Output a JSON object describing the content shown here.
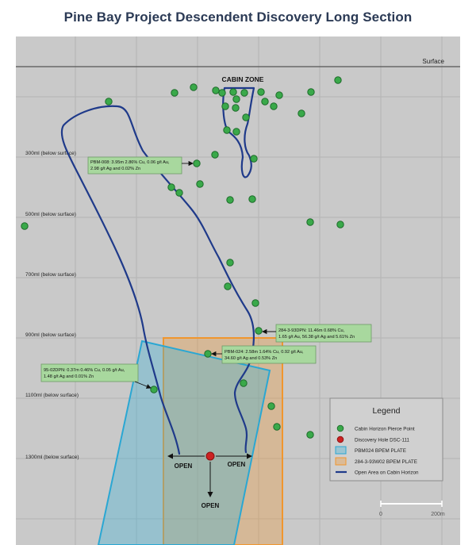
{
  "title": "Pine Bay Project Descendent Discovery Long Section",
  "surface_label": "Surface",
  "cabin_zone_label": "CABIN ZONE",
  "depth_labels": [
    "300ml (below surface)",
    "500ml (below surface)",
    "700ml (below surface)",
    "900ml (below surface)",
    "1100ml (below surface)",
    "1300ml (below surface)"
  ],
  "callouts": [
    {
      "lines": [
        "PBM-008: 3.95m 2.86% Cu, 0.06 g/t Au,",
        "2.98 g/t Ag and 0.02% Zn"
      ]
    },
    {
      "lines": [
        "284-3-93DPN: 11.46m 0.68% Cu,",
        "1.65 g/t Au, 56.38 g/t Ag and 5.61% Zn"
      ]
    },
    {
      "lines": [
        "PBM-024: 2.58m 1.64% Cu, 0.92 g/t Au,",
        "34.60 g/t Ag and 0.53% Zn"
      ]
    },
    {
      "lines": [
        "95-02DPN: 0.37m 0.46% Cu, 0.05 g/t Au,",
        "1.48 g/t Ag and 0.01% Zn"
      ]
    }
  ],
  "open_labels": [
    "OPEN",
    "OPEN",
    "OPEN"
  ],
  "legend": {
    "title": "Legend",
    "items": [
      {
        "label": "Cabin Horizon Pierce Point",
        "symbol": "green-dot"
      },
      {
        "label": "Discovery Hole DSC-111",
        "symbol": "red-dot"
      },
      {
        "label": "PBM024 BPEM PLATE",
        "symbol": "blue-box"
      },
      {
        "label": "284-3-93W02 BPEM PLATE",
        "symbol": "orange-box"
      },
      {
        "label": "Open Area on Cabin Horizon",
        "symbol": "navy-line"
      }
    ]
  },
  "scale_bar": {
    "start": "0",
    "end": "200m"
  },
  "colors": {
    "background": "#c9c9c9",
    "grid": "#b3b3b3",
    "green": "#3aa94a",
    "red": "#cc2222",
    "navy": "#1f3a8a",
    "blue_plate": "#3ab2d8",
    "orange_plate": "#f0962e",
    "callout_fill": "#a8d89e"
  }
}
